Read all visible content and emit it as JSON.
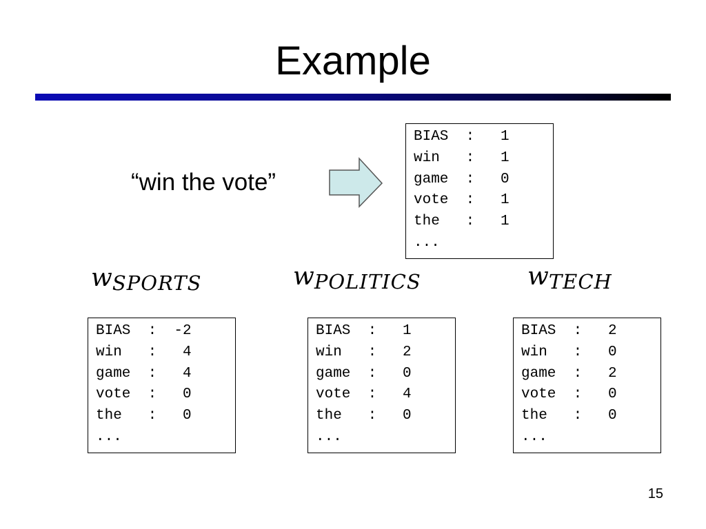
{
  "slide": {
    "title": "Example",
    "phrase": "“win the vote”",
    "page_number": "15",
    "rule_color": "#0a0ab4",
    "arrow_fill": "#cde9ea"
  },
  "input_vector": {
    "rows": [
      {
        "key": "BIAS",
        "sep": ":",
        "val": "1"
      },
      {
        "key": "win",
        "sep": ":",
        "val": "1"
      },
      {
        "key": "game",
        "sep": ":",
        "val": "0"
      },
      {
        "key": "vote",
        "sep": ":",
        "val": "1"
      },
      {
        "key": "the",
        "sep": ":",
        "val": "1"
      }
    ],
    "ellipsis": "..."
  },
  "weights": [
    {
      "w": "w",
      "sub": "SPORTS",
      "rows": [
        {
          "key": "BIAS",
          "sep": ":",
          "val": "-2"
        },
        {
          "key": "win",
          "sep": ":",
          "val": "4"
        },
        {
          "key": "game",
          "sep": ":",
          "val": "4"
        },
        {
          "key": "vote",
          "sep": ":",
          "val": "0"
        },
        {
          "key": "the",
          "sep": ":",
          "val": "0"
        }
      ],
      "ellipsis": "..."
    },
    {
      "w": "w",
      "sub": "POLITICS",
      "rows": [
        {
          "key": "BIAS",
          "sep": ":",
          "val": "1"
        },
        {
          "key": "win",
          "sep": ":",
          "val": "2"
        },
        {
          "key": "game",
          "sep": ":",
          "val": "0"
        },
        {
          "key": "vote",
          "sep": ":",
          "val": "4"
        },
        {
          "key": "the",
          "sep": ":",
          "val": "0"
        }
      ],
      "ellipsis": "..."
    },
    {
      "w": "w",
      "sub": "TECH",
      "rows": [
        {
          "key": "BIAS",
          "sep": ":",
          "val": "2"
        },
        {
          "key": "win",
          "sep": ":",
          "val": "0"
        },
        {
          "key": "game",
          "sep": ":",
          "val": "2"
        },
        {
          "key": "vote",
          "sep": ":",
          "val": "0"
        },
        {
          "key": "the",
          "sep": ":",
          "val": "0"
        }
      ],
      "ellipsis": "..."
    }
  ]
}
